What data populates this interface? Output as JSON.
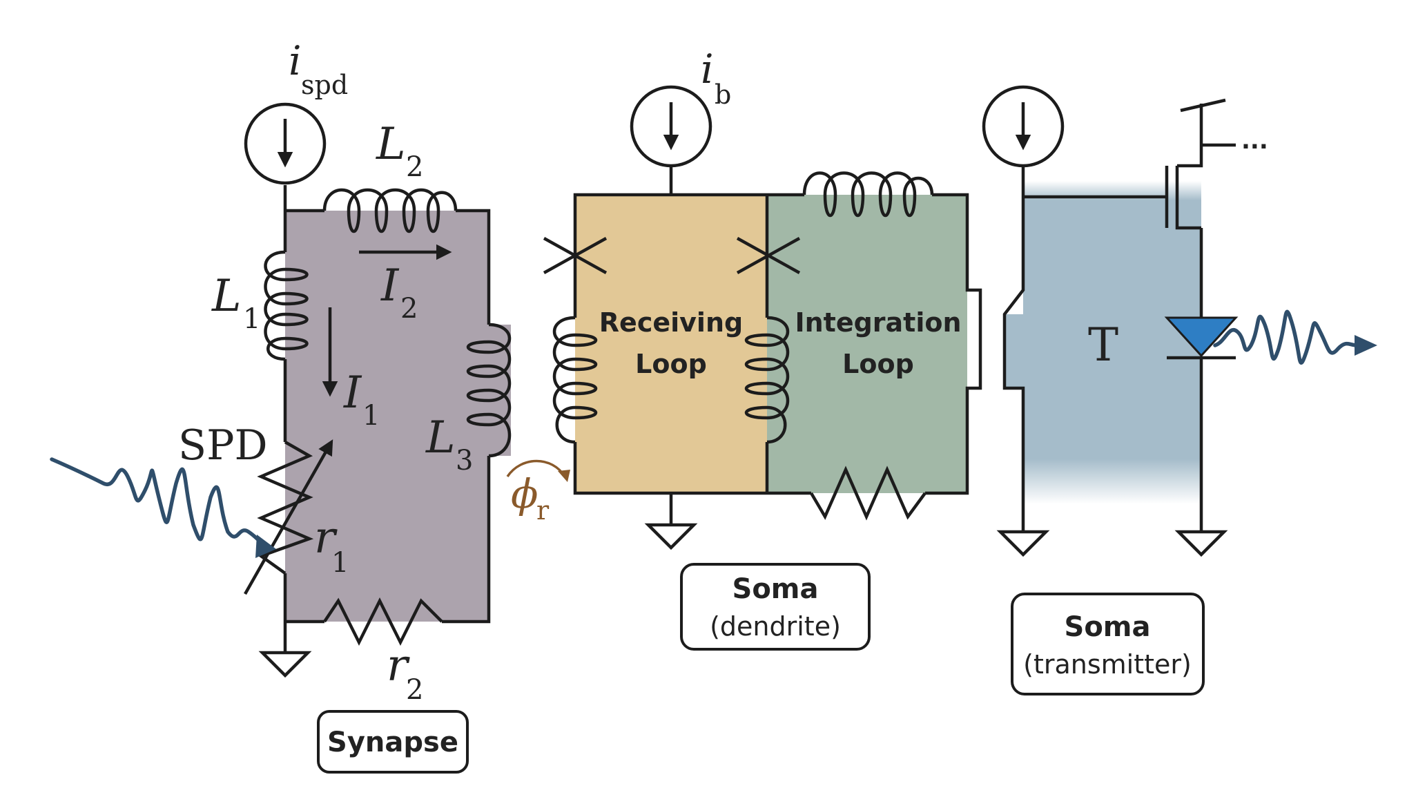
{
  "labels": {
    "i_spd": "i",
    "i_spd_sub": "spd",
    "L2": "L",
    "L2_sub": "2",
    "L1": "L",
    "L1_sub": "1",
    "I2": "I",
    "I2_sub": "2",
    "I1": "I",
    "I1_sub": "1",
    "L3": "L",
    "L3_sub": "3",
    "SPD": "SPD",
    "r1": "r",
    "r1_sub": "1",
    "r2": "r",
    "r2_sub": "2",
    "phi_r": "ϕ",
    "phi_r_sub": "r",
    "i_b": "i",
    "i_b_sub": "b",
    "receiving_loop_line1": "Receiving",
    "receiving_loop_line2": "Loop",
    "integration_loop_line1": "Integration",
    "integration_loop_line2": "Loop",
    "T": "T",
    "ellipsis": "..."
  },
  "boxes": {
    "synapse": "Synapse",
    "soma_dendrite_title": "Soma",
    "soma_dendrite_sub": "(dendrite)",
    "soma_transmitter_title": "Soma",
    "soma_transmitter_sub": "(transmitter)"
  },
  "colors": {
    "synapse_fill": "#aca3ad",
    "receiving_fill": "#e2c896",
    "integration_fill": "#a2b8a7",
    "transmitter_fill": "#a5bcca",
    "photon": "#2f4e6b",
    "led": "#2e7ec4",
    "flux_arrow": "#8a5a2b"
  }
}
